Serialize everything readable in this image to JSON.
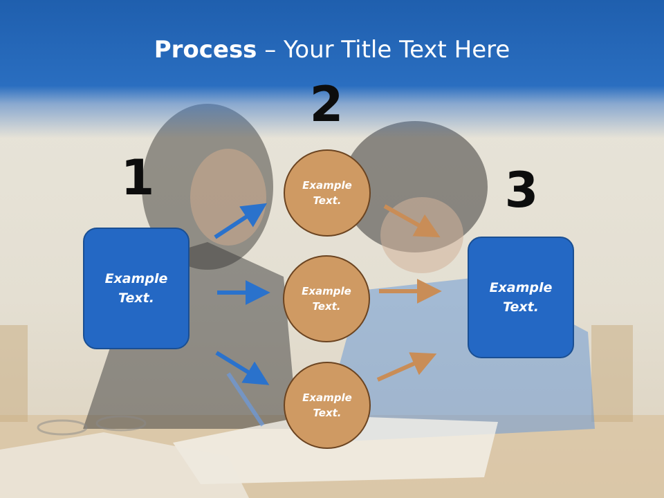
{
  "title": {
    "bold": "Process",
    "rest": " – Your Title Text Here"
  },
  "steps": [
    {
      "number": "1",
      "box_text_1": "Example",
      "box_text_2": "Text."
    },
    {
      "number": "2"
    },
    {
      "number": "3",
      "box_text_1": "Example",
      "box_text_2": "Text."
    }
  ],
  "circles": [
    {
      "text_1": "Example",
      "text_2": "Text."
    },
    {
      "text_1": "Example",
      "text_2": "Text."
    },
    {
      "text_1": "Example",
      "text_2": "Text."
    }
  ],
  "colors": {
    "header_blue": "#2468c4",
    "box_blue": "#2468c4",
    "circle_tan": "#cf9a63",
    "arrow_blue": "#2a72cc",
    "arrow_tan": "#c98d57"
  }
}
